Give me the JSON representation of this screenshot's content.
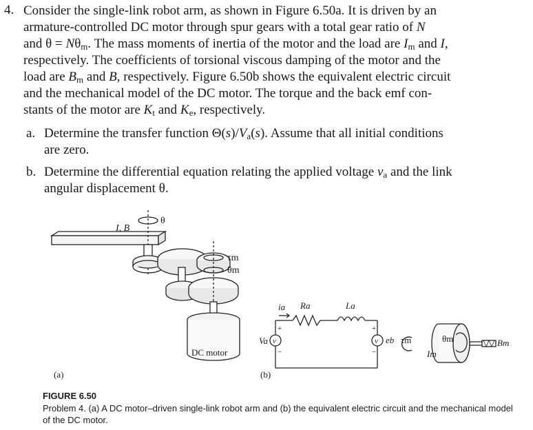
{
  "problem": {
    "number": "4.",
    "stem_lines": [
      "Consider the single-link robot arm, as shown in Figure 6.50a. It is driven by an",
      "armature-controlled DC motor through spur gears with a total gear ratio of N",
      "and θ = Nθm. The mass moments of inertia of the motor and the load are Im and I,",
      "respectively. The coefficients of torsional viscous damping of the motor and the",
      "load are Bm and B, respectively. Figure 6.50b shows the equivalent electric circuit",
      "and the mechanical model of the DC motor. The torque and the back emf con-",
      "stants of the motor are Kt and Ke, respectively."
    ],
    "parts": [
      {
        "label": "a.",
        "lines": [
          "Determine the transfer function Θ(s)/Va(s). Assume that all initial conditions",
          "are zero."
        ]
      },
      {
        "label": "b.",
        "lines": [
          "Determine the differential equation relating the applied voltage va and the link",
          "angular displacement θ."
        ]
      }
    ]
  },
  "figure": {
    "labels_a": {
      "load": "I, B",
      "theta": "θ",
      "tau_m": "τm",
      "theta_m": "θm",
      "motor": "DC motor",
      "panel": "(a)"
    },
    "labels_b": {
      "ia": "ia",
      "Ra": "Ra",
      "La": "La",
      "va": "Va",
      "v_src": "v",
      "plus": "+",
      "minus": "−",
      "eb": "eb",
      "tau_m": "τm",
      "theta_m": "θm",
      "Im": "Im",
      "Bm": "Bm",
      "panel": "(b)"
    },
    "title": "FIGURE 6.50",
    "caption": "Problem 4. (a) A DC motor–driven single-link robot arm and (b) the equivalent electric circuit and the mechanical model of the DC motor."
  }
}
